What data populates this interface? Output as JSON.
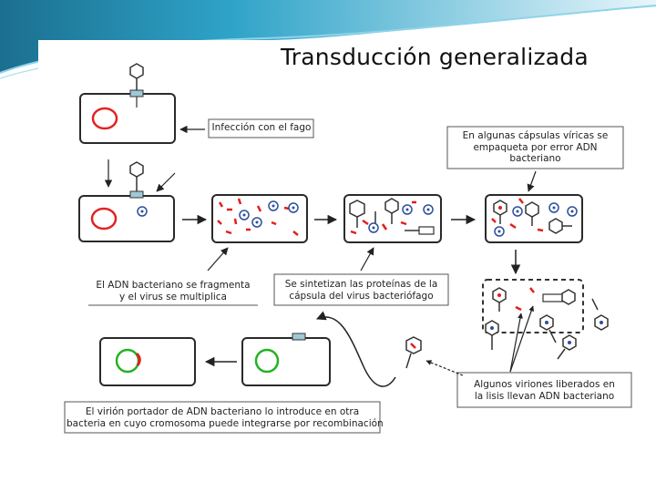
{
  "title": "Transducción generalizada",
  "labels": {
    "infection": "Infección con el fago",
    "packaging_line1": "En algunas cápsulas víricas se",
    "packaging_line2": "empaqueta por error ADN",
    "packaging_line3": "bacteriano",
    "fragment_line1": "El ADN bacteriano se fragmenta",
    "fragment_line2": "y el virus se multiplica",
    "synth_line1": "Se sintetizan las proteínas de la",
    "synth_line2": "cápsula del virus bacteriófago",
    "released_line1": "Algunos viriones liberados en",
    "released_line2": "la lisis llevan ADN bacteriano",
    "final_line1": "El virión portador de ADN bacteriano lo introduce en otra",
    "final_line2": "bacteria en cuyo cromosoma puede integrarse por recombinación"
  },
  "colors": {
    "cell_outline": "#2a2a2a",
    "chromosome": "#e32222",
    "recombinant_chromosome": "#22b322",
    "dna_fragment": "#e31d1d",
    "phage_part": "#2a4f9c",
    "arrow": "#222222",
    "header_wave": "#22a0c9"
  }
}
